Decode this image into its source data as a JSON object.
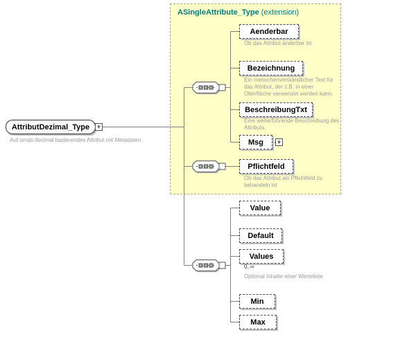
{
  "diagram": {
    "root": {
      "label": "AttributDezimal_Type",
      "annotation": "Auf omds:decimal basierendes Attribut mit Metadaten"
    },
    "extension": {
      "name": "ASingleAttribute_Type",
      "kind": "(extension)"
    },
    "icons": {
      "plus": "+"
    },
    "elements": {
      "aenderbar": {
        "label": "Aenderbar",
        "annotation": "Ob das Attribut änderbar ist"
      },
      "bezeichnung": {
        "label": "Bezeichnung",
        "annotation": "Ein menschenverständlicher Text für das Attribut, der z.B. in einer Oberfläche verwendet werden kann."
      },
      "beschreibungtxt": {
        "label": "BeschreibungTxt",
        "annotation": "Eine weiterführende Beschreibung des Attributs."
      },
      "msg": {
        "label": "Msg"
      },
      "pflichtfeld": {
        "label": "Pflichtfeld",
        "annotation": "Ob das Attribut als Pflichtfeld zu behandeln ist"
      },
      "value": {
        "label": "Value"
      },
      "default": {
        "label": "Default"
      },
      "values": {
        "label": "Values",
        "occurrence": "0..∞",
        "annotation": "Optional Inhalte einer Werteliste"
      },
      "min": {
        "label": "Min"
      },
      "max": {
        "label": "Max"
      }
    }
  }
}
